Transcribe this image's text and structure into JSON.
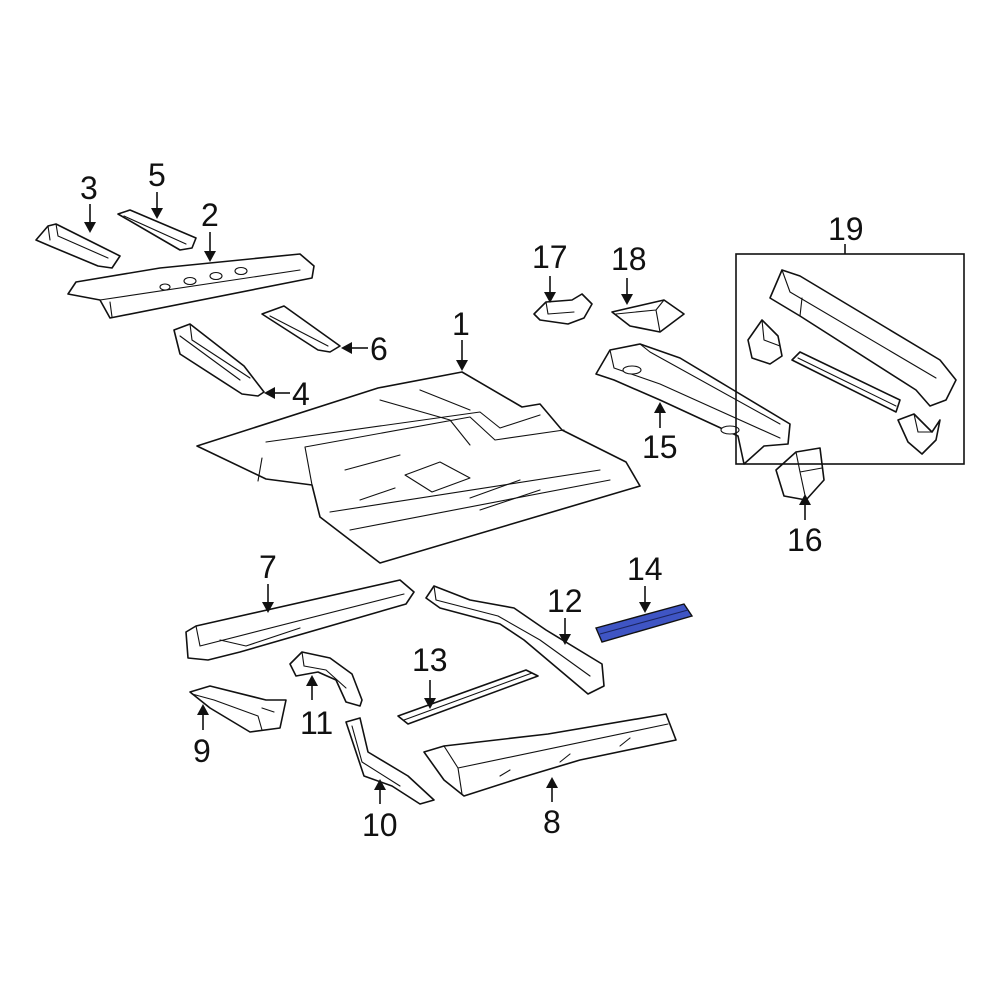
{
  "callouts": {
    "c1": "1",
    "c2": "2",
    "c3": "3",
    "c4": "4",
    "c5": "5",
    "c6": "6",
    "c7": "7",
    "c8": "8",
    "c9": "9",
    "c10": "10",
    "c11": "11",
    "c12": "12",
    "c13": "13",
    "c14": "14",
    "c15": "15",
    "c16": "16",
    "c17": "17",
    "c18": "18",
    "c19": "19"
  },
  "highlighted_part": "14",
  "colors": {
    "highlight": "#3f55c4",
    "line": "#111111",
    "background": "#ffffff"
  }
}
